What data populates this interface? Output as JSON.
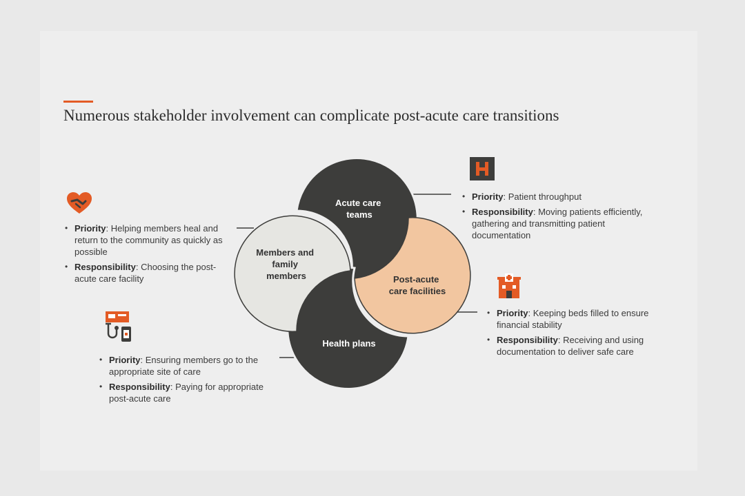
{
  "title": "Numerous stakeholder involvement can complicate post-acute care transitions",
  "colors": {
    "accent": "#e35b25",
    "dark_circle": "#3d3d3b",
    "light_circle": "#e6e6e2",
    "peach_circle": "#f2c6a0",
    "background": "#eeeeee"
  },
  "circles": {
    "acute": {
      "label_line1": "Acute care",
      "label_line2": "teams"
    },
    "members": {
      "label_line1": "Members and",
      "label_line2": "family",
      "label_line3": "members"
    },
    "post_acute": {
      "label_line1": "Post-acute",
      "label_line2": "care facilities"
    },
    "health_plans": {
      "label_line1": "Health plans"
    }
  },
  "blocks": {
    "acute": {
      "icon": "hospital-h-icon",
      "priority_label": "Priority",
      "priority_text": ": Patient throughput",
      "responsibility_label": "Responsibility",
      "responsibility_text": ": Moving patients efficiently, gathering and transmitting patient documentation"
    },
    "members": {
      "icon": "heart-handshake-icon",
      "priority_label": "Priority",
      "priority_text": ": Helping members heal and return to the community as quickly as possible",
      "responsibility_label": "Responsibility",
      "responsibility_text": ": Choosing the post-acute care facility"
    },
    "post_acute": {
      "icon": "care-facility-icon",
      "priority_label": "Priority",
      "priority_text": ": Keeping beds filled to ensure financial stability",
      "responsibility_label": "Responsibility",
      "responsibility_text": ": Receiving and using documentation to deliver safe care"
    },
    "health_plans": {
      "icon": "stethoscope-card-icon",
      "priority_label": "Priority",
      "priority_text": ": Ensuring members go to the appropriate site of care",
      "responsibility_label": "Responsibility",
      "responsibility_text": ": Paying for appropriate post-acute care"
    }
  }
}
